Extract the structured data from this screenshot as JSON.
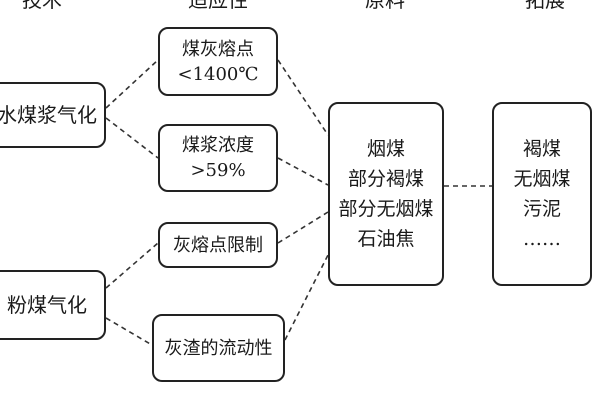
{
  "headers": {
    "technology": "技术",
    "adaptability": "适应性",
    "feedstock": "原料",
    "expansion": "拓展"
  },
  "technology": {
    "slurry": "水煤浆气化",
    "pulverized": "粉煤气化"
  },
  "adaptability": {
    "ash_melting_line1": "煤灰熔点",
    "ash_melting_line2": "<1400℃",
    "concentration_line1": "煤浆浓度",
    "concentration_line2": ">59%",
    "melting_limit": "灰熔点限制",
    "slag_fluidity": "灰渣的流动性"
  },
  "feedstock": {
    "items": [
      "烟煤",
      "部分褐煤",
      "部分无烟煤",
      "石油焦"
    ]
  },
  "expansion": {
    "items": [
      "褐煤",
      "无烟煤",
      "污泥",
      "……"
    ]
  },
  "colors": {
    "border": "#222222",
    "line": "#333333",
    "background": "#ffffff"
  }
}
